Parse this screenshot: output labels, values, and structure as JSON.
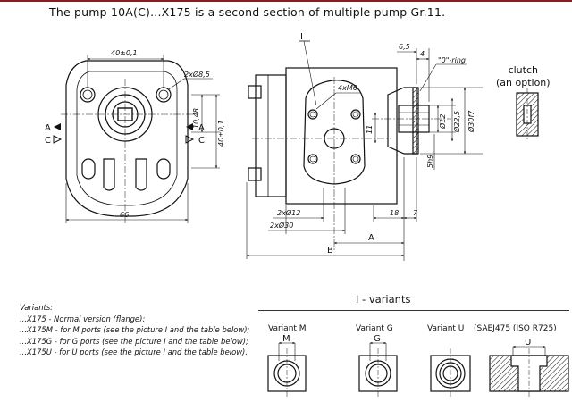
{
  "title": "The pump 10A(C)...X175 is a second section of multiple pump Gr.11.",
  "front_view": {
    "dim_width": "40±0,1",
    "dim_holes": "2xØ8,5",
    "dim_10_48": "10,48",
    "dim_40_vert": "40±0,1",
    "dim_66": "66",
    "label_a": "A",
    "label_c": "C"
  },
  "side_view": {
    "label_i": "I",
    "dim_6_5": "6,5",
    "dim_4": "4",
    "o_ring": "\"0\"-ring",
    "dim_4xm6": "4xM6",
    "dim_11": "11",
    "dim_d12": "Ø12",
    "dim_d22_5": "Ø22,5",
    "dim_d30f7": "Ø30f7",
    "dim_5h9": "5h9",
    "dim_2xd12": "2xØ12",
    "dim_2xd30": "2xØ30",
    "dim_18": "18",
    "dim_7": "7",
    "dim_a": "A",
    "dim_b": "B"
  },
  "clutch": {
    "line1": "clutch",
    "line2": "(an option)"
  },
  "notes": {
    "heading": "Variants:",
    "lines": [
      "...X175   - Normal version (flange);",
      "...X175M  - for M ports (see the picture I and the table below);",
      "...X175G  - for G ports (see the picture I and the table below);",
      "...X175U  - for U ports (see the picture I and the table below)."
    ]
  },
  "variants": {
    "title": "I  -  variants",
    "m_label": "Variant  M",
    "m_letter": "M",
    "g_label": "Variant  G",
    "g_letter": "G",
    "u_label": "Variant  U",
    "u_std": "(SAEJ475  (ISO  R725)",
    "u_letter": "U"
  }
}
